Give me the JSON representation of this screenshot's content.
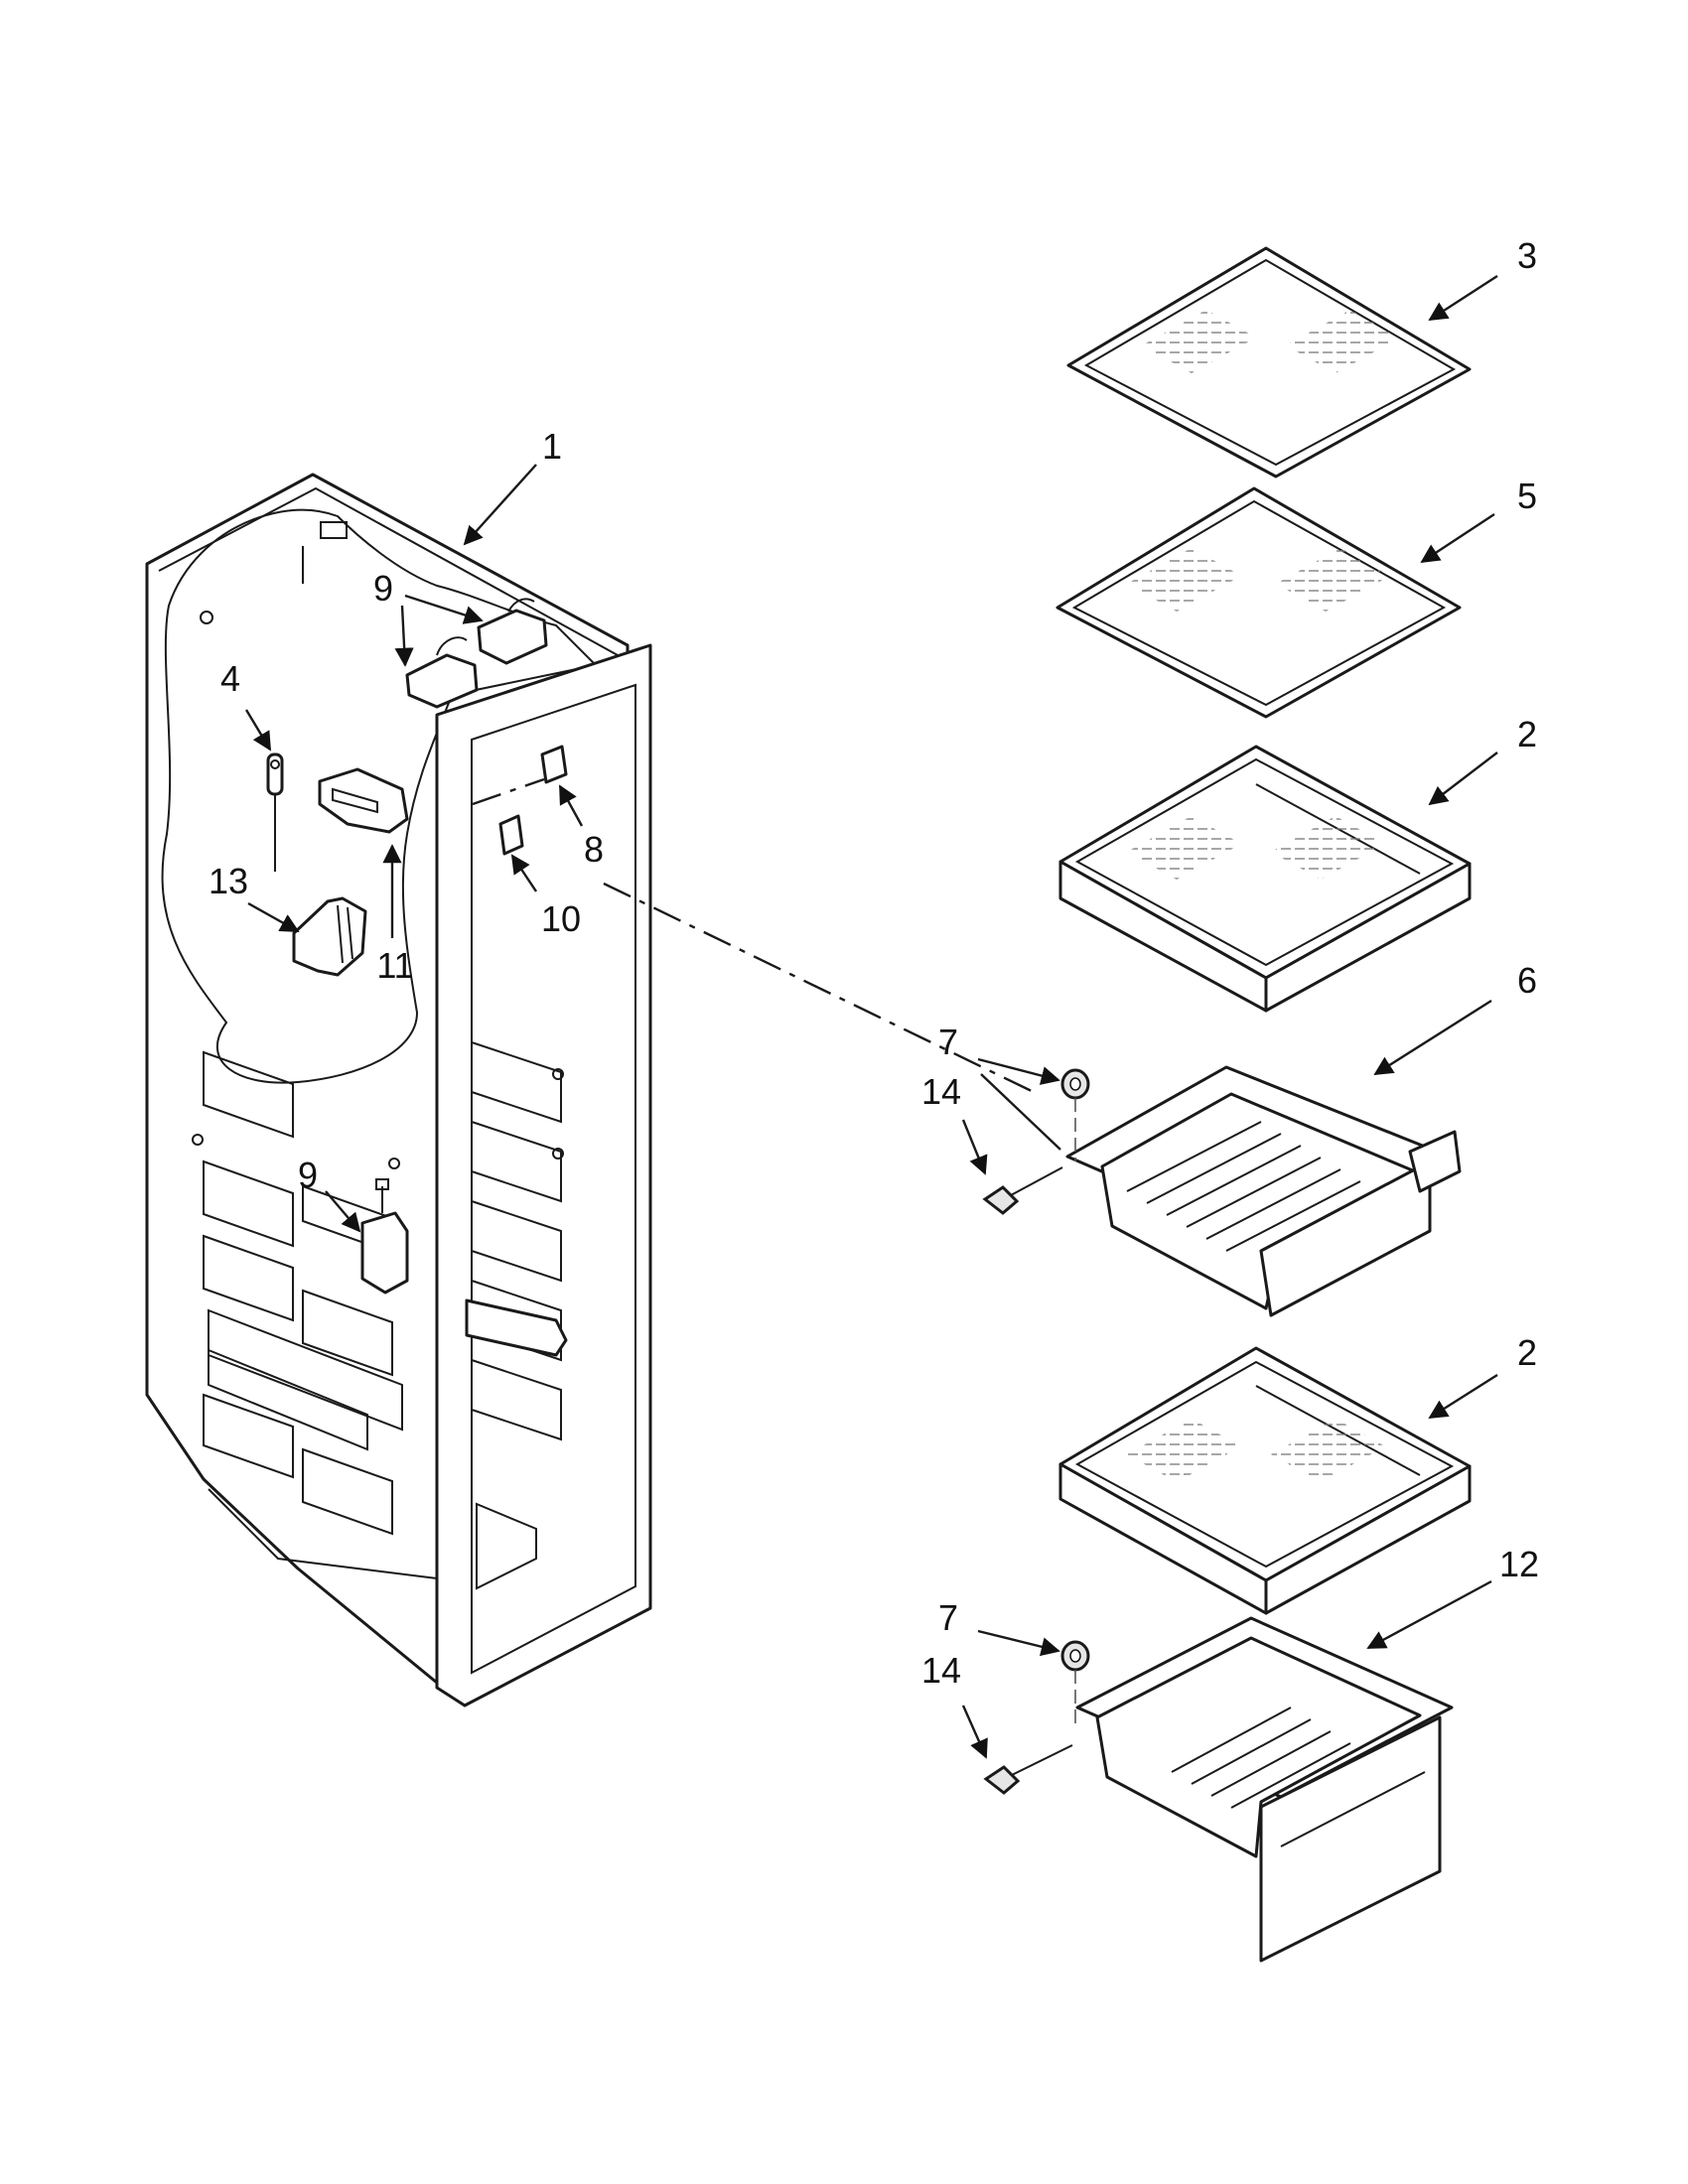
{
  "callouts": {
    "c1": "1",
    "c2a": "2",
    "c2b": "2",
    "c3": "3",
    "c4": "4",
    "c5": "5",
    "c6": "6",
    "c7a": "7",
    "c7b": "7",
    "c8": "8",
    "c9a": "9",
    "c9b": "9",
    "c10": "10",
    "c11": "11",
    "c12": "12",
    "c13": "13",
    "c14a": "14",
    "c14b": "14"
  }
}
